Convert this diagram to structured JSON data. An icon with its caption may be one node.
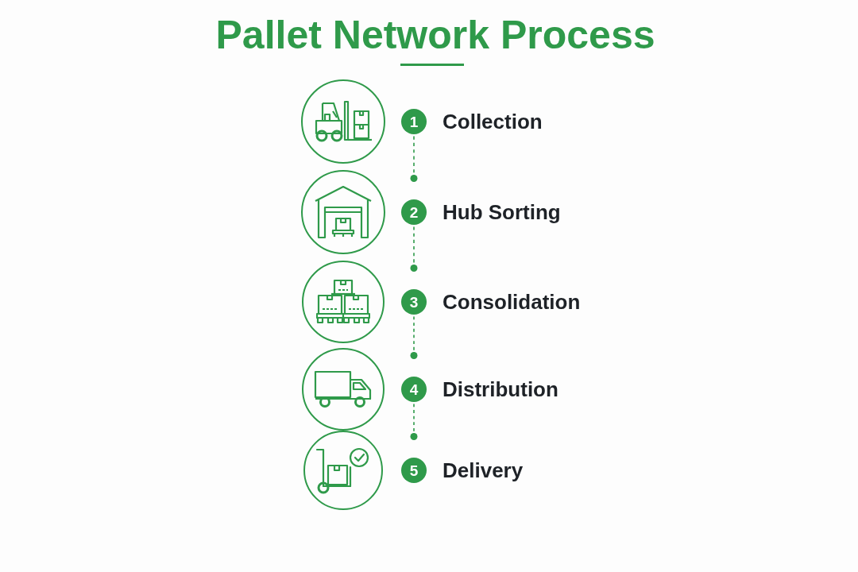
{
  "diagram": {
    "title": "Pallet Network Process",
    "nodes": [
      {
        "text": [],
        "shape": "circle"
      },
      {
        "text": [
          "1"
        ],
        "beside": [
          "Collection"
        ]
      },
      {
        "text": [],
        "shape": "circle"
      },
      {
        "text": [
          "2"
        ],
        "beside": [
          "Hub Sorting"
        ]
      },
      {
        "text": [],
        "shape": "circle"
      },
      {
        "text": [
          "3"
        ],
        "beside": [
          "Consolidation"
        ]
      },
      {
        "text": [],
        "shape": "circle"
      },
      {
        "text": [
          "4"
        ],
        "beside": [
          "Distribution"
        ]
      },
      {
        "text": [],
        "shape": "circle"
      },
      {
        "text": [
          "5"
        ],
        "beside": [
          "Delivery"
        ]
      }
    ],
    "edges": [
      {
        "from": 1,
        "to": 3,
        "arrow": "other",
        "style": "dashed"
      },
      {
        "from": 3,
        "to": 5,
        "arrow": "other",
        "style": "dashed"
      },
      {
        "from": 5,
        "to": 7,
        "arrow": "other",
        "style": "dashed"
      },
      {
        "from": 7,
        "to": 9,
        "arrow": "other",
        "style": "dashed"
      }
    ]
  }
}
